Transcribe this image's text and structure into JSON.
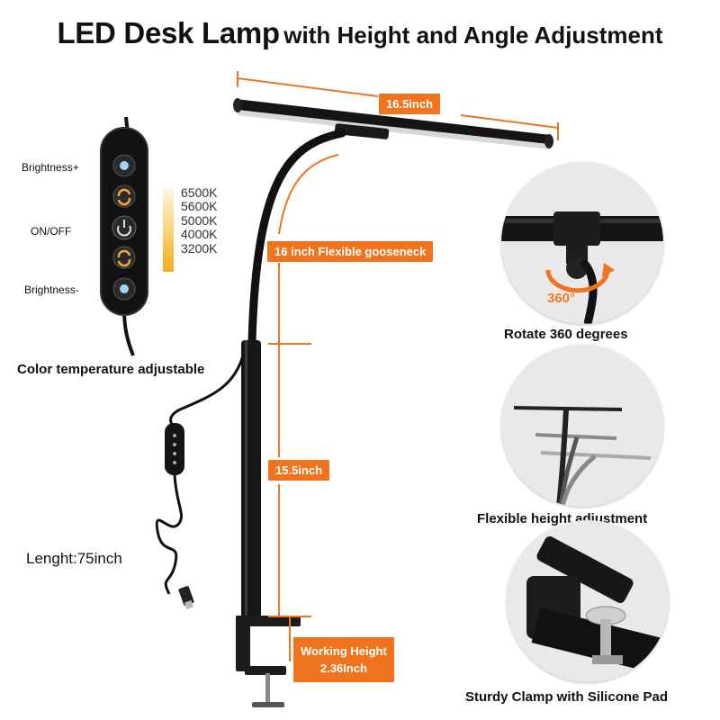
{
  "title": {
    "main": "LED Desk Lamp",
    "sub": "with Height and Angle Adjustment"
  },
  "remote": {
    "brightness_up": "Brightness+",
    "on_off": "ON/OFF",
    "brightness_down": "Brightness-",
    "color_temps": [
      "6500K",
      "5600K",
      "5000K",
      "4000K",
      "3200K"
    ],
    "caption": "Color temperature adjustable"
  },
  "cable": {
    "length_label": "Lenght:75inch"
  },
  "dimensions": {
    "head_width": "16.5inch",
    "gooseneck": "16 inch  Flexible gooseneck",
    "pole_height": "15.5inch",
    "working_height_line1": "Working Height",
    "working_height_line2": "2.36Inch"
  },
  "features": {
    "rotate_badge": "360°",
    "rotate_caption": "Rotate 360 degrees",
    "height_caption": "Flexible height adjustment",
    "clamp_caption": "Sturdy Clamp with Silicone Pad"
  },
  "colors": {
    "accent": "#f0741e",
    "lamp": "#111111",
    "circle_bg": "#e9e9e9"
  }
}
